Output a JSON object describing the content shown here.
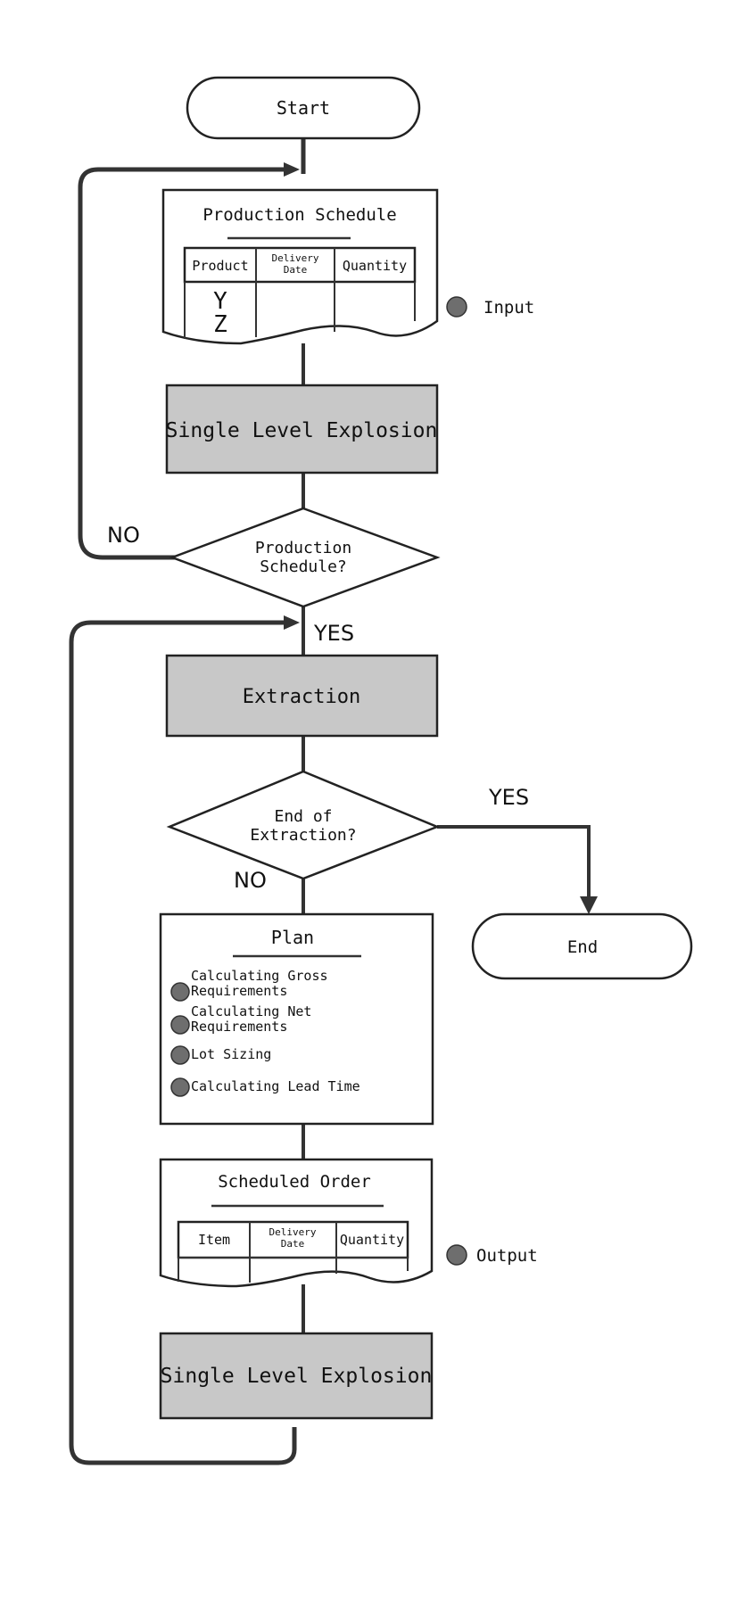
{
  "start": "Start",
  "end": "End",
  "input_doc": {
    "title": "Production Schedule",
    "columns": [
      "Product",
      "Delivery Date",
      "Quantity"
    ],
    "rows": [
      [
        "Y",
        "",
        ""
      ],
      [
        "Z",
        "",
        ""
      ]
    ]
  },
  "input_marker": "Input",
  "explosion_top": "Single Level Explosion",
  "decision_schedule": {
    "line1": "Production",
    "line2": "Schedule?"
  },
  "decision_schedule_no": "NO",
  "decision_schedule_yes": "YES",
  "extraction": "Extraction",
  "decision_extraction": {
    "line1": "End of",
    "line2": "Extraction?"
  },
  "decision_extraction_yes": "YES",
  "decision_extraction_no": "NO",
  "plan": {
    "title": "Plan",
    "steps": [
      {
        "line1": "Calculating Gross",
        "line2": "Requirements"
      },
      {
        "line1": "Calculating Net",
        "line2": "Requirements"
      },
      {
        "line1": "Lot Sizing",
        "line2": ""
      },
      {
        "line1": "Calculating Lead Time",
        "line2": ""
      }
    ]
  },
  "output_doc": {
    "title": "Scheduled Order",
    "columns": [
      "Item",
      "Delivery Date",
      "Quantity"
    ]
  },
  "output_marker": "Output",
  "explosion_bottom": "Single Level Explosion",
  "colors": {
    "process_fill": "#c8c8c8",
    "marker_fill": "#6e6e6e",
    "line": "#333333"
  }
}
